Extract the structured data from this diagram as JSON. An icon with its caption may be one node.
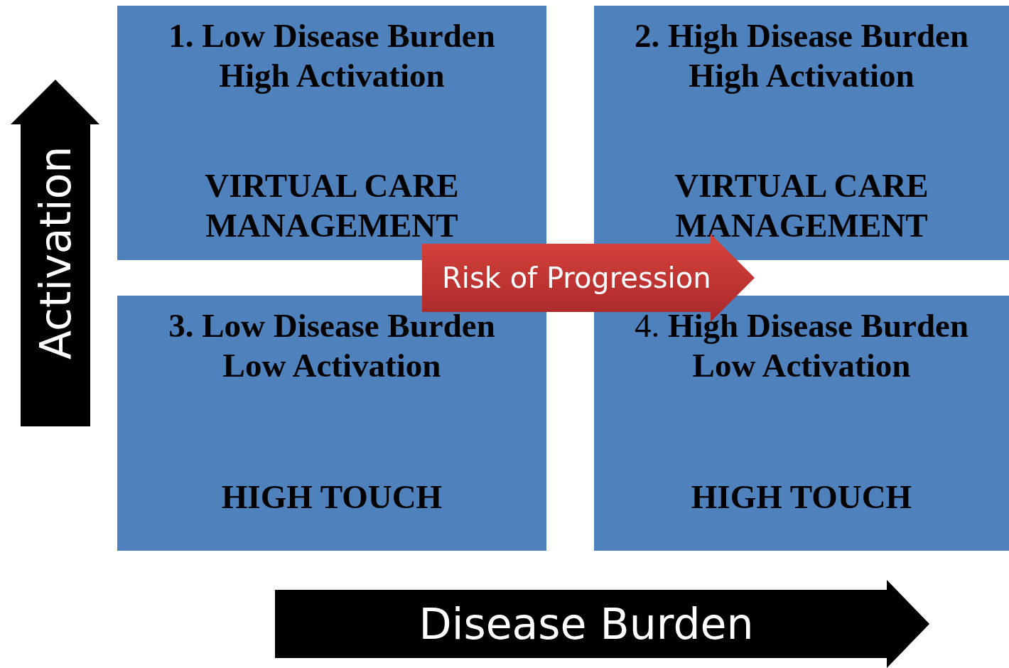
{
  "diagram": {
    "nodes": [
      {
        "text": [
          "1. Low Disease Burden High Activation",
          "VIRTUAL CARE MANAGEMENT"
        ]
      },
      {
        "text": [
          "2. High Disease Burden High Activation",
          "VIRTUAL CARE MANAGEMENT"
        ]
      },
      {
        "text": [
          "3. Low Disease Burden Low Activation",
          "HIGH TOUCH"
        ]
      },
      {
        "text": [
          "4. **High Disease Burden Low Activation**",
          "HIGH TOUCH"
        ]
      }
    ],
    "edges": [
      {
        "from": 0,
        "to": 1,
        "arrow": "to",
        "label": "Risk of Progression"
      }
    ],
    "labels": [
      "Activation",
      "Disease Burden"
    ]
  }
}
